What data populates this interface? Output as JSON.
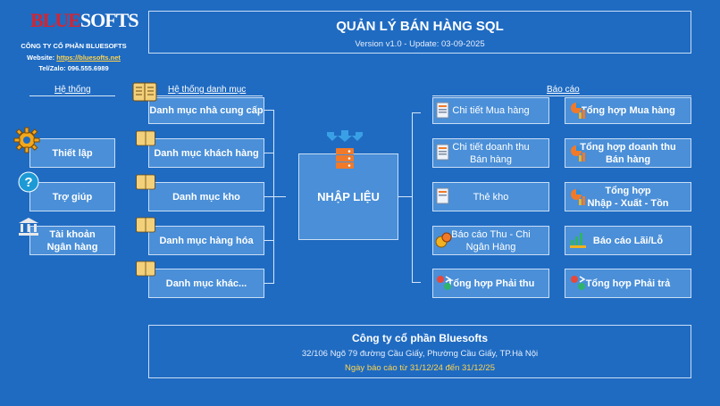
{
  "brand": {
    "logo_left": "BLUE",
    "logo_right": "SOFTS",
    "company": "CÔNG TY CỔ PHẦN BLUESOFTS",
    "website_label": "Website:",
    "website_url": "https://bluesofts.net",
    "phone": "Tel/Zalo: 096.555.6989"
  },
  "header": {
    "title": "QUẢN LÝ BÁN HÀNG SQL",
    "version": "Version v1.0 - Update: 03-09-2025"
  },
  "system": {
    "title": "Hệ thống",
    "items": [
      {
        "label": "Thiết lập",
        "icon": "gear-icon"
      },
      {
        "label": "Trợ giúp",
        "icon": "question-icon"
      },
      {
        "label": "Tài khoản\nNgân hàng",
        "icon": "bank-icon"
      }
    ]
  },
  "catalog": {
    "title": "Hệ thống danh mục",
    "items": [
      {
        "label": "Danh mục nhà cung cấp"
      },
      {
        "label": "Danh mục khách hàng"
      },
      {
        "label": "Danh mục kho"
      },
      {
        "label": "Danh mục hàng hóa"
      },
      {
        "label": "Danh mục khác..."
      }
    ]
  },
  "center": {
    "label": "NHẬP LIỆU",
    "icon": "database-icon"
  },
  "reports": {
    "title": "Báo cáo",
    "left": [
      {
        "label": "Chi tiết Mua hàng"
      },
      {
        "label": "Chi tiết doanh thu\nBán hàng"
      },
      {
        "label": "Thẻ kho"
      },
      {
        "label": "Báo cáo Thu - Chi\nNgân Hàng"
      },
      {
        "label": "Tổng hợp Phải thu"
      }
    ],
    "right": [
      {
        "label": "Tổng hợp Mua hàng"
      },
      {
        "label": "Tổng hợp doanh thu\nBán hàng"
      },
      {
        "label": "Tổng hợp\nNhập - Xuất - Tồn"
      },
      {
        "label": "Báo cáo Lãi/Lỗ"
      },
      {
        "label": "Tổng hợp Phải trả"
      }
    ]
  },
  "footer": {
    "company": "Công ty cổ phần Bluesofts",
    "address": "32/106 Ngõ 79 đường Cầu Giấy, Phường Cầu Giấy, TP.Hà Nội",
    "report_range": "Ngày báo cáo từ 31/12/24 đến 31/12/25"
  },
  "colors": {
    "background": "#1f6bc2",
    "button": "#4a8fd8",
    "border": "#c9def5",
    "accent_yellow": "#ffd34d",
    "logo_red": "#d6242f"
  }
}
